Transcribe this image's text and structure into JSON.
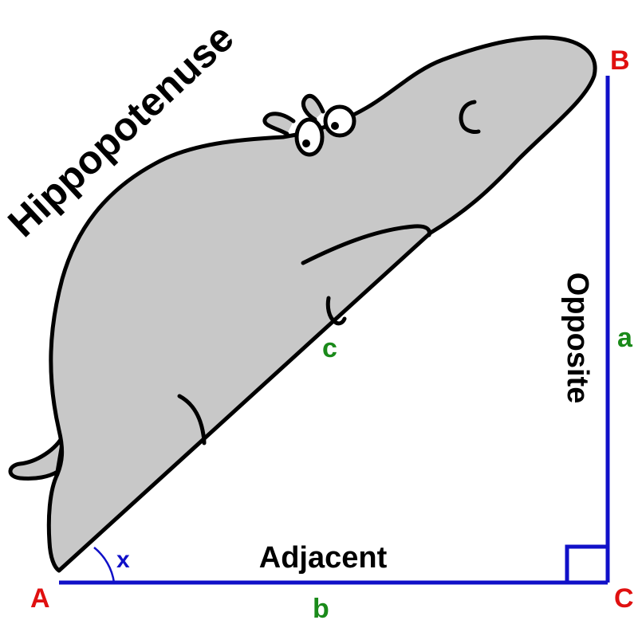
{
  "title": "Hippopotenuse",
  "vertices": {
    "A": "A",
    "B": "B",
    "C": "C"
  },
  "sides": {
    "hypotenuse": "c",
    "opposite_letter": "a",
    "adjacent_letter": "b",
    "opposite_word": "Opposite",
    "adjacent_word": "Adjacent"
  },
  "angle": "x",
  "colors": {
    "triangle": "#1010c8",
    "vertex_labels": "#e01010",
    "side_letters": "#1a8a1a",
    "angle_label": "#1010c8",
    "hippo_fill": "#c8c8c8",
    "outline": "#000000"
  }
}
